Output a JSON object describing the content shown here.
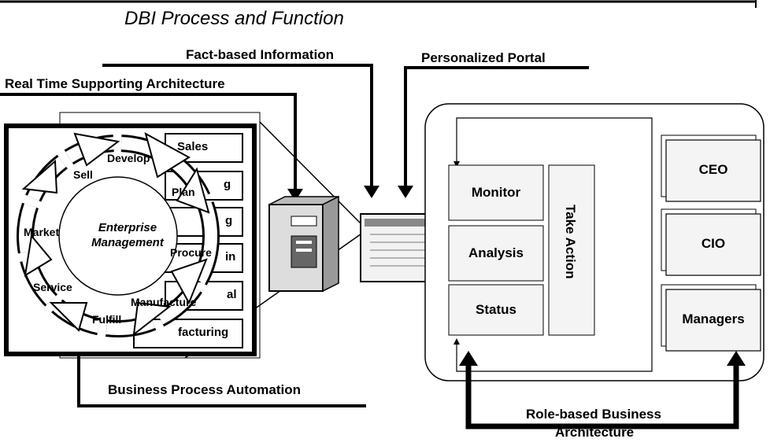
{
  "title": "DBI Process and Function",
  "labels": {
    "fact_based": "Fact-based Information",
    "portal": "Personalized Portal",
    "realtime": "Real Time Supporting Architecture",
    "bpa": "Business Process Automation",
    "role_based_1": "Role-based Business",
    "role_based_2": "Architecture"
  },
  "portal_boxes": {
    "monitor": "Monitor",
    "analysis": "Analysis",
    "status": "Status",
    "take_action": "Take Action"
  },
  "roles": {
    "ceo": "CEO",
    "cio": "CIO",
    "managers": "Managers"
  },
  "cycle": {
    "center_line1": "Enterprise",
    "center_line2": "Management",
    "stages": [
      "Sell",
      "Develop",
      "Plan",
      "Procure",
      "Manufacture",
      "Fulfill",
      "Service",
      "Market"
    ]
  },
  "back_panels": [
    "Sales",
    "g",
    "g",
    "in",
    "al",
    "facturing"
  ]
}
